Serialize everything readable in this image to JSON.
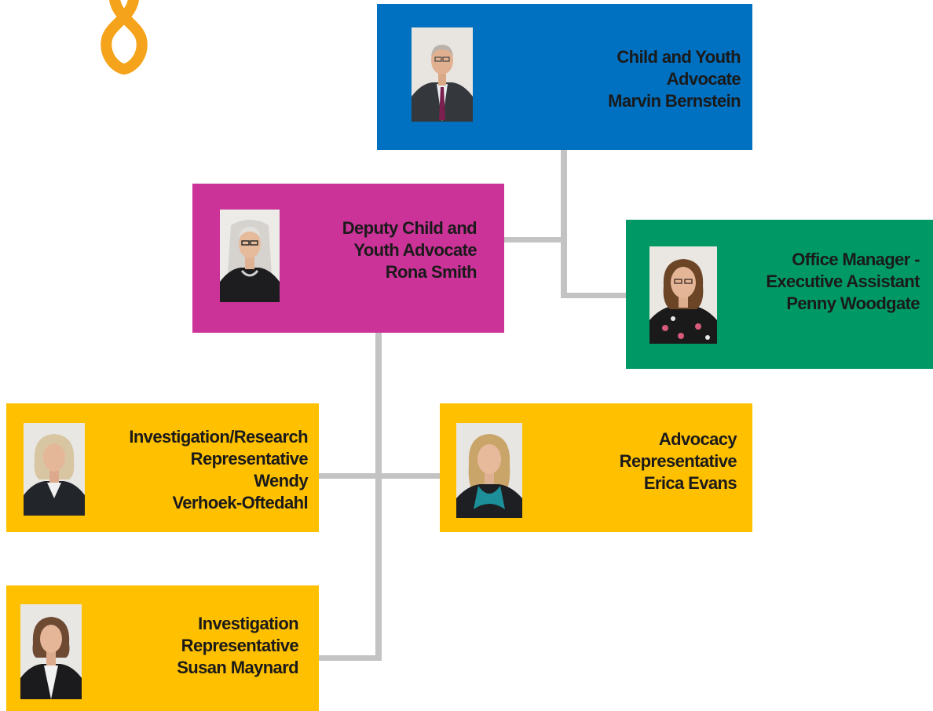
{
  "colors": {
    "head": "#0070c0",
    "deputy": "#cc3399",
    "office": "#009966",
    "staff": "#ffc000",
    "connector": "#c3c3c3",
    "ribbon": "#f5a31a"
  },
  "logo": {
    "icon": "ribbon-icon"
  },
  "nodes": {
    "advocate": {
      "lines": [
        "Child and Youth",
        "Advocate",
        "Marvin Bernstein"
      ]
    },
    "deputy": {
      "lines": [
        "Deputy Child and",
        "Youth Advocate",
        "Rona Smith"
      ]
    },
    "office_manager": {
      "lines": [
        "Office Manager -",
        "Executive Assistant",
        "Penny Woodgate"
      ]
    },
    "investigation_research": {
      "lines": [
        "Investigation/Research",
        "Representative",
        "Wendy",
        "Verhoek-Oftedahl"
      ]
    },
    "advocacy": {
      "lines": [
        "Advocacy",
        "Representative",
        "Erica Evans"
      ]
    },
    "investigation": {
      "lines": [
        "Investigation",
        "Representative",
        "Susan Maynard"
      ]
    }
  }
}
